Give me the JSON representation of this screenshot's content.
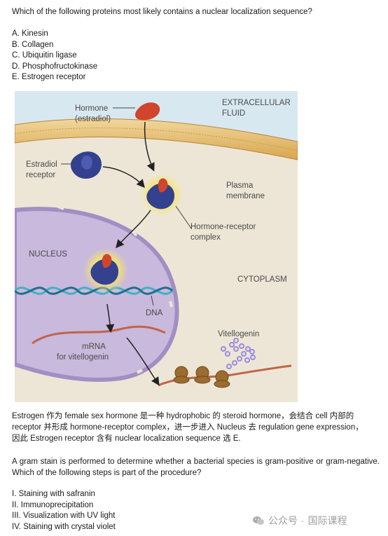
{
  "question1": {
    "stem": "Which of the following proteins most likely contains a nuclear localization sequence?",
    "options": [
      "A. Kinesin",
      "B. Collagen",
      "C. Ubiquitin ligase",
      "D. Phosphofructokinase",
      "E. Estrogen receptor"
    ]
  },
  "figure": {
    "labels": {
      "extracellular_1": "EXTRACELLULAR",
      "extracellular_2": "FLUID",
      "hormone_1": "Hormone",
      "hormone_2": "(estradiol)",
      "receptor_1": "Estradiol",
      "receptor_2": "receptor",
      "membrane_1": "Plasma",
      "membrane_2": "membrane",
      "complex_1": "Hormone-receptor",
      "complex_2": "complex",
      "nucleus": "NUCLEUS",
      "cytoplasm": "CYTOPLASM",
      "dna": "DNA",
      "vitellogenin": "Vitellogenin",
      "mrna_1": "mRNA",
      "mrna_2": "for vitellogenin"
    },
    "colors": {
      "extracellular_bg": "#d8e8f0",
      "membrane": "#e8c27a",
      "cytoplasm": "#ede6d6",
      "nucleus": "#c9b9dc",
      "hormone": "#d0452b",
      "receptor": "#34418f",
      "dna": "#3fb2c4",
      "mrna": "#c0654a",
      "ribosome": "#9b6b2f",
      "protein_chain": "#9b8cd6"
    }
  },
  "explanation": {
    "line1": "Estrogen 作为 female sex hormone 是一种 hydrophobic 的 steroid hormone，会结合 cell 内部的",
    "line2": "receptor 并形成 hormone-receptor complex，进一步进入 Nucleus 去 regulation gene expression，",
    "line3": "因此 Estrogen receptor 含有 nuclear localization sequence  选 E."
  },
  "question2": {
    "stem": "A gram stain is performed to determine whether a bacterial species is gram-positive or gram-negative. Which of the following steps is part of the procedure?",
    "options": [
      "I. Staining with safranin",
      "II. Immunoprecipitation",
      "III. Visualization with UV light",
      "IV. Staining with crystal violet"
    ]
  },
  "watermark": {
    "account": "公众号",
    "separator": "·",
    "brand": "国际课程",
    "icon": "wechat-icon"
  }
}
